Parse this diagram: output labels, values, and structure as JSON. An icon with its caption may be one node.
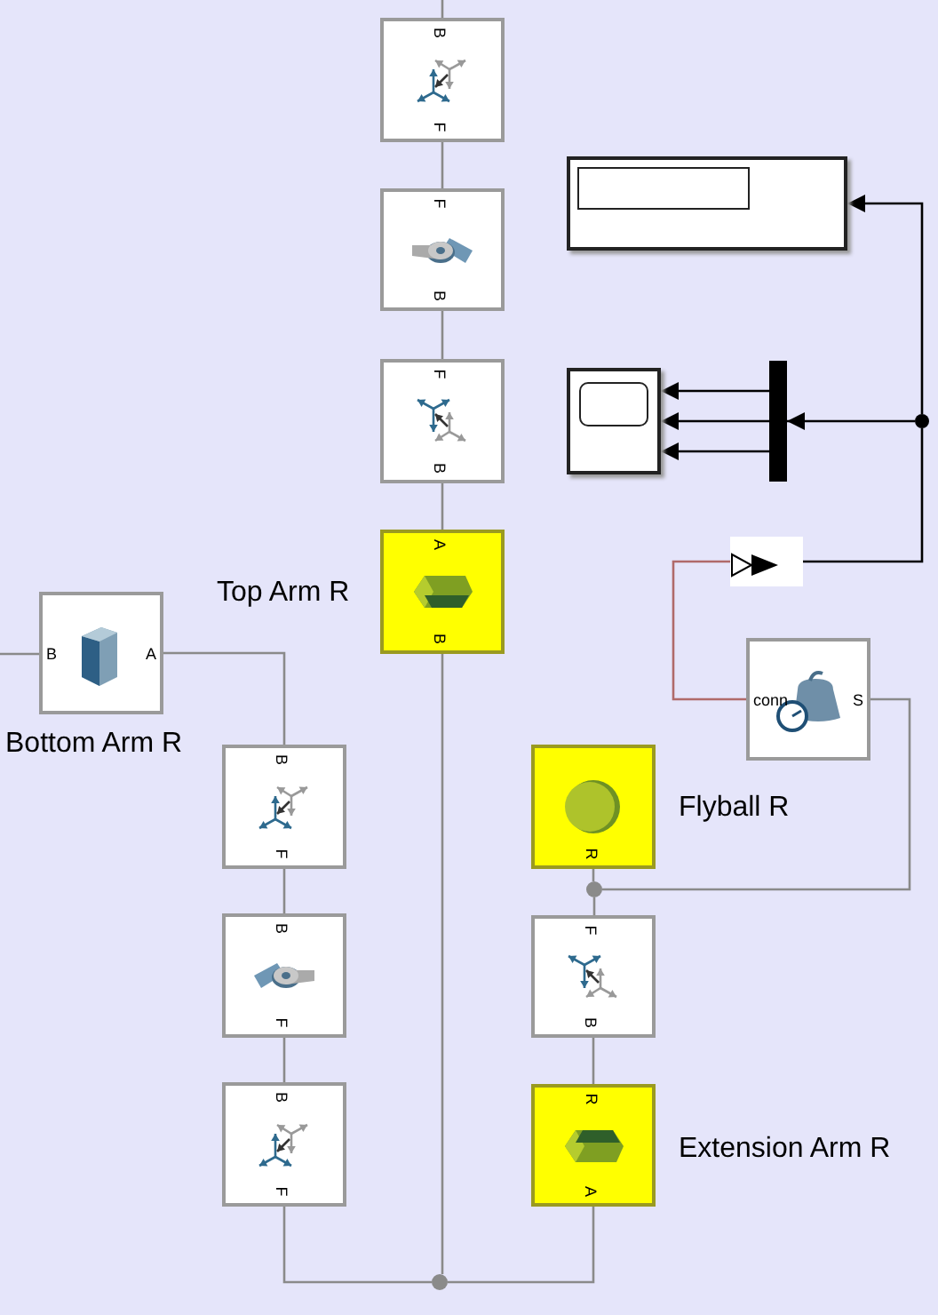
{
  "diagram": {
    "nodes": [
      {
        "text": [
          "B",
          "F"
        ]
      },
      {
        "text": [],
        "shape": "box"
      },
      {
        "text": [
          "F",
          "B"
        ]
      },
      {
        "text": [
          "F",
          "B"
        ]
      },
      {
        "text": [],
        "shape": "bar"
      },
      {
        "text": [],
        "shape": "box"
      },
      {
        "text": [],
        "shape": "circle"
      },
      {
        "text": [
          "A",
          "B"
        ],
        "beside": [
          "Top Arm R"
        ]
      },
      {
        "text": [],
        "shape": "box"
      },
      {
        "text": [
          "B",
          "A"
        ],
        "beside": [
          "Bottom Arm R"
        ]
      },
      {
        "text": [
          "conn",
          "S"
        ]
      },
      {
        "text": [
          "B",
          "F"
        ]
      },
      {
        "text": [
          "R"
        ],
        "beside": [
          "Flyball R"
        ]
      },
      {
        "text": [],
        "shape": "circle"
      },
      {
        "text": [
          "B",
          "F"
        ]
      },
      {
        "text": [
          "F",
          "B"
        ]
      },
      {
        "text": [
          "B",
          "F"
        ]
      },
      {
        "text": [
          "R",
          "A"
        ],
        "beside": [
          "Extension Arm R"
        ]
      },
      {
        "text": [],
        "shape": "circle"
      }
    ],
    "edges": [
      {
        "from": null,
        "to": 0,
        "arrow": "none"
      },
      {
        "from": 0,
        "to": 2,
        "arrow": "none"
      },
      {
        "from": 2,
        "to": 3,
        "arrow": "none"
      },
      {
        "from": 3,
        "to": 7,
        "arrow": "none"
      },
      {
        "from": 7,
        "to": 18,
        "arrow": "none"
      },
      {
        "from": null,
        "to": 9,
        "arrow": "none"
      },
      {
        "from": 9,
        "to": 11,
        "arrow": "none"
      },
      {
        "from": 11,
        "to": 14,
        "arrow": "none"
      },
      {
        "from": 14,
        "to": 16,
        "arrow": "none"
      },
      {
        "from": 16,
        "to": 18,
        "arrow": "none"
      },
      {
        "from": 17,
        "to": 18,
        "arrow": "none"
      },
      {
        "from": 12,
        "to": 13,
        "arrow": "none"
      },
      {
        "from": 13,
        "to": 15,
        "arrow": "none"
      },
      {
        "from": 15,
        "to": 17,
        "arrow": "none"
      },
      {
        "from": 10,
        "to": 13,
        "arrow": "none"
      },
      {
        "from": 10,
        "to": 8,
        "arrow": "none",
        "color": "#b06a6a"
      },
      {
        "from": 8,
        "to": 6,
        "arrow": "none",
        "color": "#000000"
      },
      {
        "from": 6,
        "to": 1,
        "arrow": "to",
        "color": "#000000"
      },
      {
        "from": 6,
        "to": 4,
        "arrow": "to",
        "color": "#000000"
      },
      {
        "from": 4,
        "to": 5,
        "arrow": "to",
        "color": "#000000"
      },
      {
        "from": 4,
        "to": 5,
        "arrow": "to",
        "color": "#000000"
      },
      {
        "from": 4,
        "to": 5,
        "arrow": "to",
        "color": "#000000"
      }
    ]
  }
}
